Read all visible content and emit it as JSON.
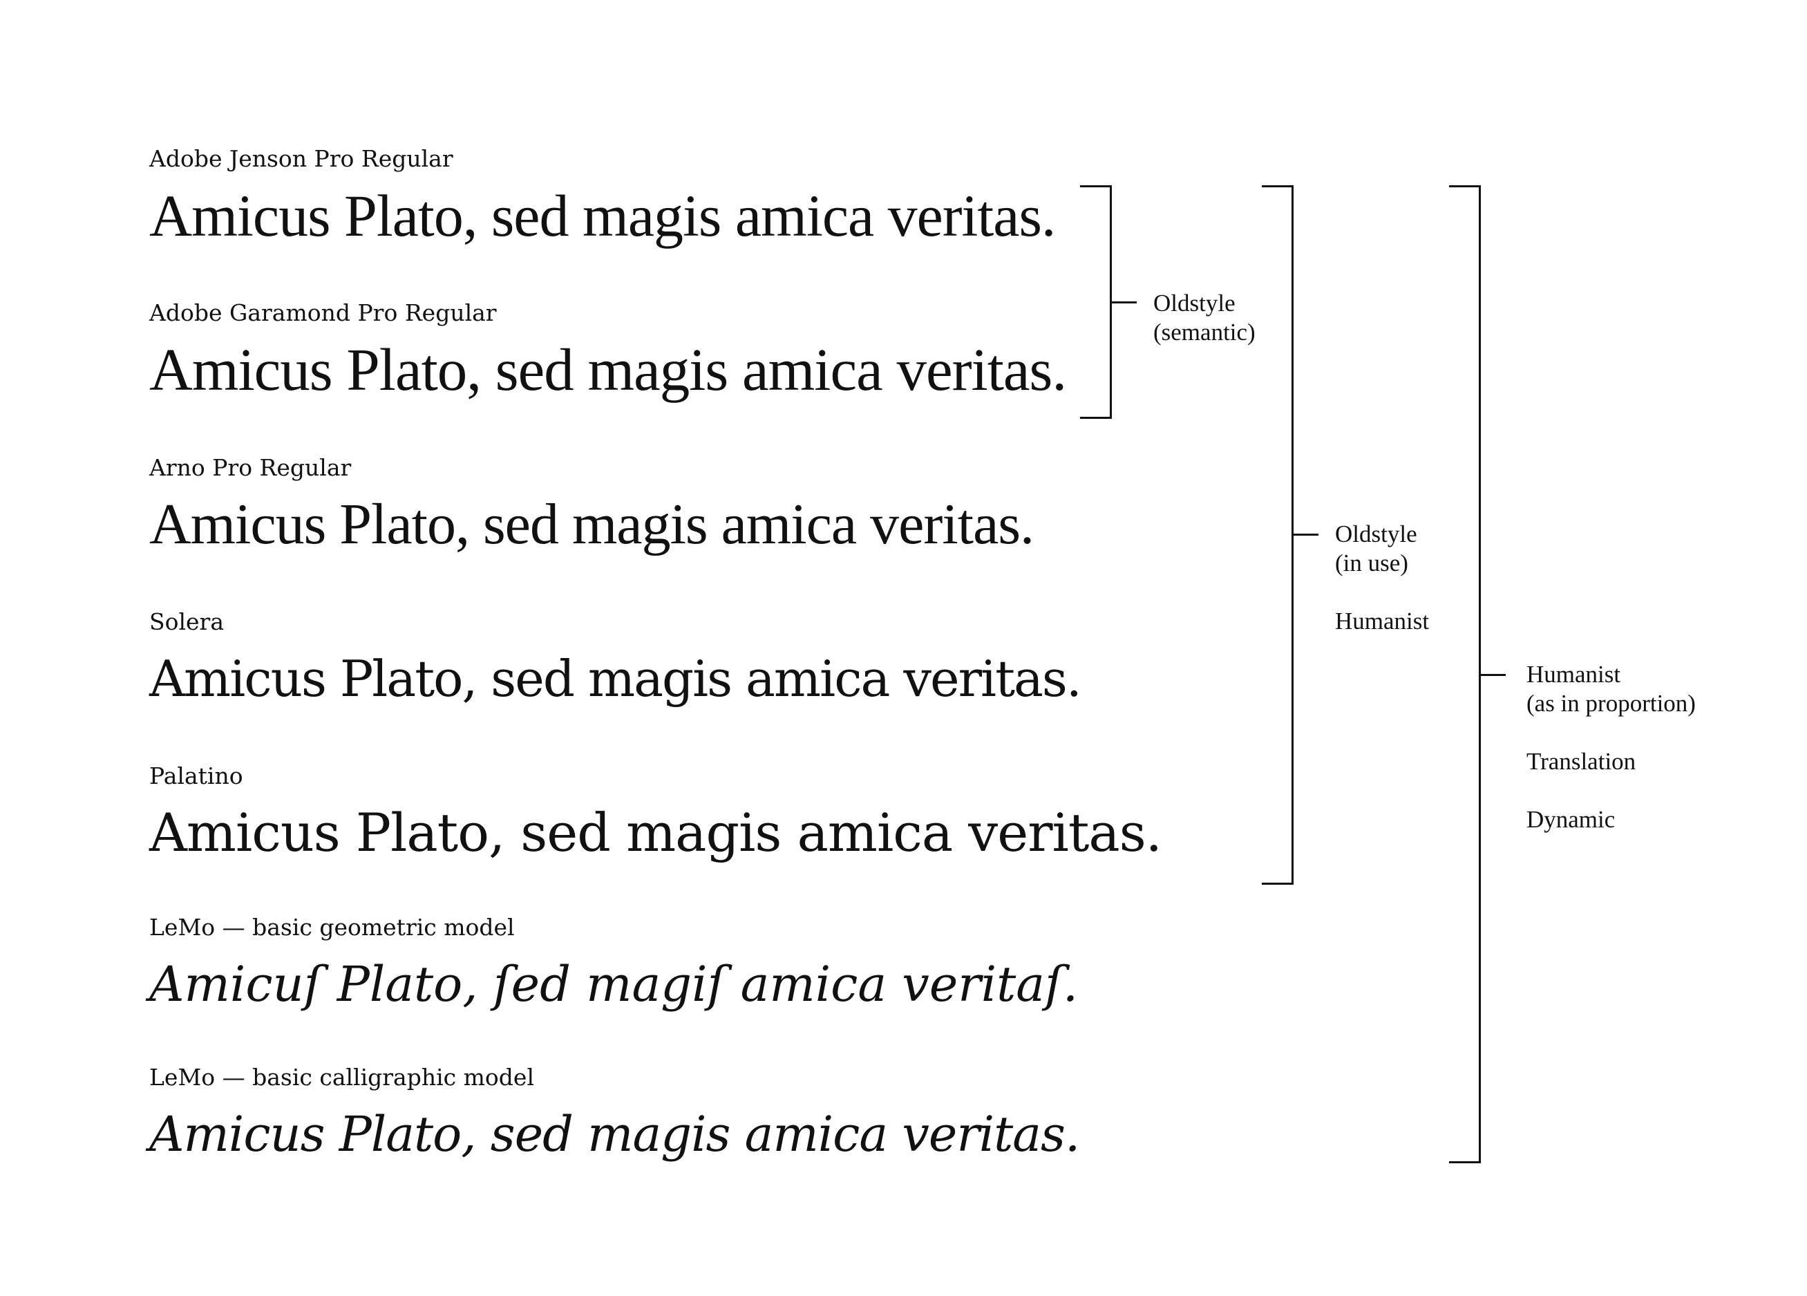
{
  "specimens": [
    {
      "font_name": "Adobe Jenson Pro Regular",
      "sample": "Amicus Plato, sed magis amica veritas."
    },
    {
      "font_name": "Adobe Garamond Pro Regular",
      "sample": "Amicus Plato, sed magis amica veritas."
    },
    {
      "font_name": "Arno Pro Regular",
      "sample": "Amicus Plato, sed magis amica veritas."
    },
    {
      "font_name": "Solera",
      "sample": "Amicus Plato, sed magis amica veritas."
    },
    {
      "font_name": "Palatino",
      "sample": "Amicus Plato, sed magis amica veritas."
    },
    {
      "font_name": "LeMo — basic geometric model",
      "sample": "Amicuſ Plato, ſed magiſ amica veritaſ."
    },
    {
      "font_name": "LeMo — basic calligraphic model",
      "sample": "Amicus Plato, sed magis amica veritas."
    }
  ],
  "groups": [
    {
      "line1": "Oldstyle",
      "line2": "(semantic)"
    },
    {
      "line1": "Oldstyle",
      "line2": "(in use)",
      "extra": [
        "Humanist"
      ]
    },
    {
      "line1": "Humanist",
      "line2": "(as in proportion)",
      "extra": [
        "Translation",
        "Dynamic"
      ]
    }
  ]
}
